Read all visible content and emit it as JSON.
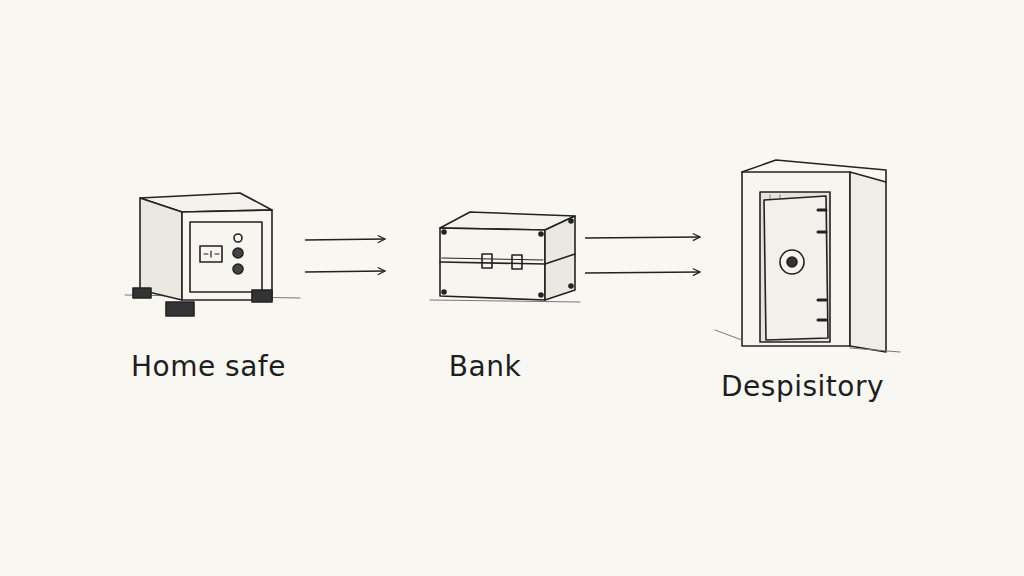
{
  "diagram": {
    "nodes": [
      {
        "text": [
          "Home safe"
        ]
      },
      {
        "text": [
          "Bank"
        ]
      },
      {
        "text": [
          "Despisitory"
        ]
      }
    ],
    "edges": [
      {
        "from": 0,
        "to": 1,
        "arrow": "to"
      },
      {
        "from": 0,
        "to": 1,
        "arrow": "to"
      },
      {
        "from": 1,
        "to": 2,
        "arrow": "to"
      },
      {
        "from": 1,
        "to": 2,
        "arrow": "to"
      }
    ]
  }
}
